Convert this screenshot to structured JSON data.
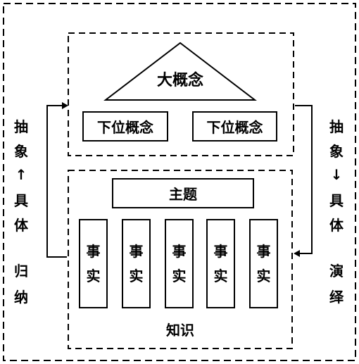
{
  "concept": {
    "big": "大概念",
    "sub_left": "下位概念",
    "sub_right": "下位概念"
  },
  "knowledge": {
    "theme": "主题",
    "label": "知识",
    "facts": [
      {
        "c1": "事",
        "c2": "实"
      },
      {
        "c1": "事",
        "c2": "实"
      },
      {
        "c1": "事",
        "c2": "实"
      },
      {
        "c1": "事",
        "c2": "实"
      },
      {
        "c1": "事",
        "c2": "实"
      }
    ]
  },
  "left_side": {
    "top1": "抽",
    "top2": "象",
    "arrow": "↑",
    "mid1": "具",
    "mid2": "体",
    "bottom1": "归",
    "bottom2": "纳"
  },
  "right_side": {
    "top1": "抽",
    "top2": "象",
    "arrow": "↓",
    "mid1": "具",
    "mid2": "体",
    "bottom1": "演",
    "bottom2": "绎"
  }
}
